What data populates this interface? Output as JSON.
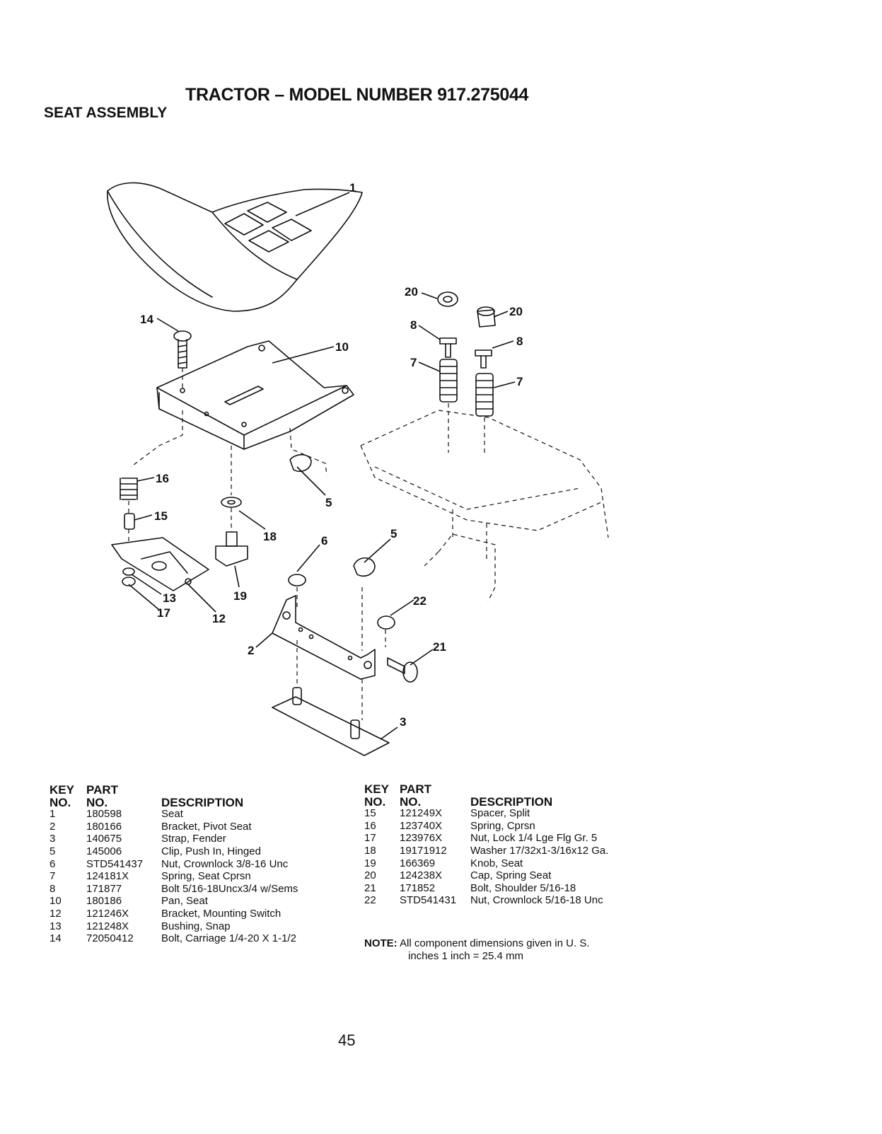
{
  "header": {
    "title": "TRACTOR – MODEL NUMBER 917.275044",
    "subtitle": "SEAT ASSEMBLY"
  },
  "diagram": {
    "callouts": [
      "1",
      "14",
      "10",
      "16",
      "15",
      "5",
      "18",
      "19",
      "13",
      "17",
      "12",
      "6",
      "5",
      "22",
      "2",
      "21",
      "3",
      "20",
      "8",
      "7",
      "20",
      "8",
      "7"
    ]
  },
  "parts_list": {
    "headers": {
      "key_line1": "KEY",
      "key_line2": "NO.",
      "part_line1": "PART",
      "part_line2": "NO.",
      "description": "DESCRIPTION"
    },
    "left": [
      {
        "key": "1",
        "part": "180598",
        "desc": "Seat"
      },
      {
        "key": "2",
        "part": "180166",
        "desc": "Bracket, Pivot Seat"
      },
      {
        "key": "3",
        "part": "140675",
        "desc": "Strap, Fender"
      },
      {
        "key": "5",
        "part": "145006",
        "desc": "Clip, Push In, Hinged"
      },
      {
        "key": "6",
        "part": "STD541437",
        "desc": "Nut, Crownlock 3/8-16 Unc"
      },
      {
        "key": "7",
        "part": "124181X",
        "desc": "Spring, Seat Cprsn"
      },
      {
        "key": "8",
        "part": "171877",
        "desc": "Bolt 5/16-18Uncx3/4 w/Sems"
      },
      {
        "key": "10",
        "part": "180186",
        "desc": "Pan, Seat"
      },
      {
        "key": "12",
        "part": "121246X",
        "desc": "Bracket, Mounting Switch"
      },
      {
        "key": "13",
        "part": "121248X",
        "desc": "Bushing, Snap"
      },
      {
        "key": "14",
        "part": "72050412",
        "desc": "Bolt, Carriage 1/4-20 X 1-1/2"
      }
    ],
    "right": [
      {
        "key": "15",
        "part": "121249X",
        "desc": "Spacer, Split"
      },
      {
        "key": "16",
        "part": "123740X",
        "desc": "Spring, Cprsn"
      },
      {
        "key": "17",
        "part": "123976X",
        "desc": "Nut, Lock 1/4 Lge Flg Gr. 5"
      },
      {
        "key": "18",
        "part": "19171912",
        "desc": "Washer 17/32x1-3/16x12 Ga."
      },
      {
        "key": "19",
        "part": "166369",
        "desc": "Knob, Seat"
      },
      {
        "key": "20",
        "part": "124238X",
        "desc": "Cap, Spring Seat"
      },
      {
        "key": "21",
        "part": "171852",
        "desc": "Bolt, Shoulder 5/16-18"
      },
      {
        "key": "22",
        "part": "STD541431",
        "desc": "Nut, Crownlock 5/16-18 Unc"
      }
    ]
  },
  "note": {
    "label": "NOTE:",
    "line1": "All component dimensions given in U. S.",
    "line2": "inches 1 inch = 25.4 mm"
  },
  "page_number": "45"
}
